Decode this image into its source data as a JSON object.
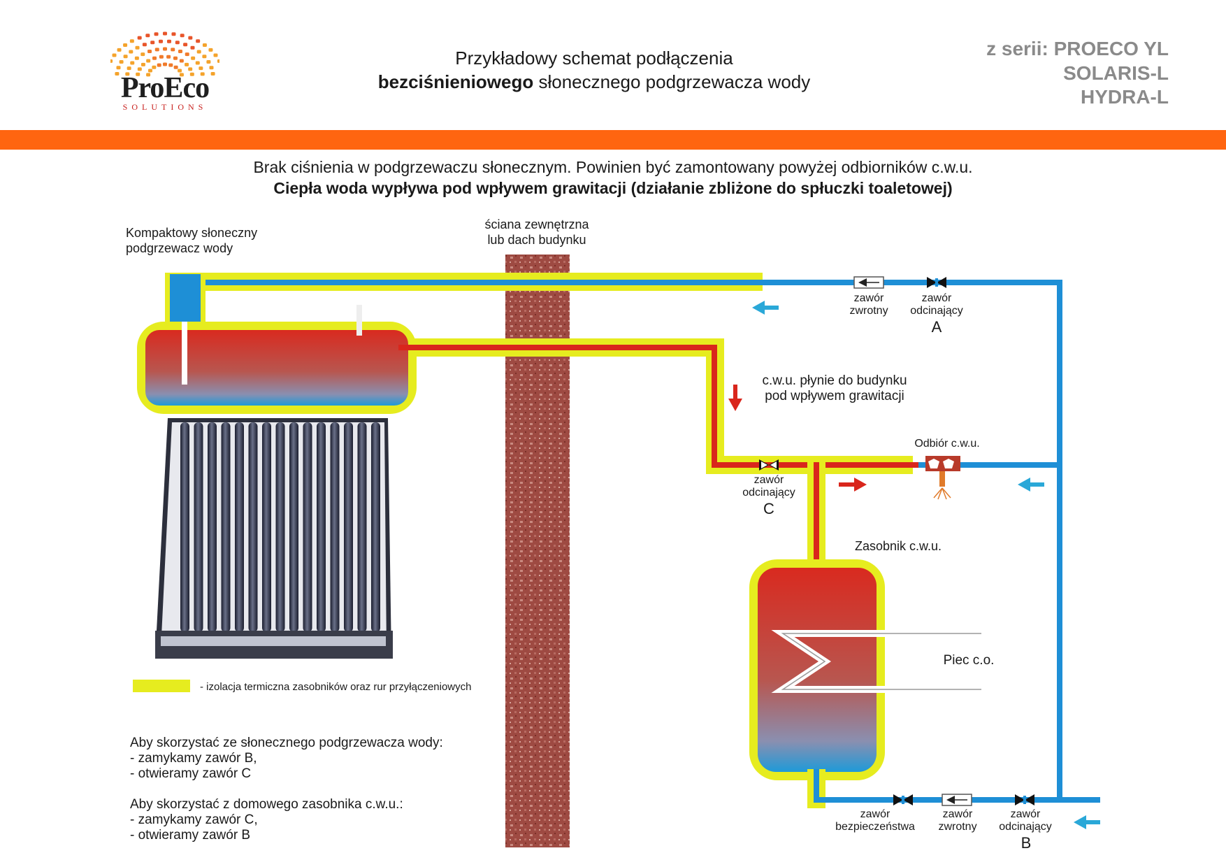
{
  "header": {
    "logo_text": "ProEco",
    "logo_subtext": "SOLUTIONS",
    "title_line1": "Przykładowy schemat podłączenia",
    "title_line2_bold": "bezciśnieniowego",
    "title_line2_rest": " słonecznego podgrzewacza wody",
    "series": [
      "z serii: PROECO YL",
      "SOLARIS-L",
      "HYDRA-L"
    ]
  },
  "intro": {
    "line1": "Brak ciśnienia w podgrzewaczu słonecznym. Powinien być zamontowany powyżej odbiorników c.w.u.",
    "line2": "Ciepła woda wypływa pod wpływem grawitacji (działanie zbliżone do spłuczki toaletowej)"
  },
  "labels": {
    "heater": [
      "Kompaktowy słoneczny",
      "podgrzewacz wody"
    ],
    "wall": [
      "ściana zewnętrzna",
      "lub dach budynku"
    ],
    "check_valve_top": [
      "zawór",
      "zwrotny"
    ],
    "shutoff_a": [
      "zawór",
      "odcinający"
    ],
    "letter_a": "A",
    "gravity": [
      "c.w.u. płynie do budynku",
      "pod wpływem grawitacji"
    ],
    "outlet": "Odbiór c.w.u.",
    "shutoff_c": [
      "zawór",
      "odcinający"
    ],
    "letter_c": "C",
    "tank": "Zasobnik c.w.u.",
    "boiler": "Piec c.o.",
    "safety_valve": [
      "zawór",
      "bezpieczeństwa"
    ],
    "check_valve_bottom": [
      "zawór",
      "zwrotny"
    ],
    "shutoff_b": [
      "zawór",
      "odcinający"
    ],
    "letter_b": "B",
    "insulation_legend": "- izolacja termiczna zasobników oraz rur przyłączeniowych"
  },
  "instructions": {
    "solar": [
      "Aby skorzystać ze słonecznego podgrzewacza wody:",
      "- zamykamy zawór B,",
      "- otwieramy zawór C"
    ],
    "tank": [
      "Aby skorzystać z domowego zasobnika c.w.u.:",
      "- zamykamy zawór C,",
      "- otwieramy zawór B"
    ]
  },
  "colors": {
    "accent_bar": "#ff6510",
    "hot_pipe": "#d9261c",
    "cold_pipe": "#1e8fd6",
    "insulation": "#e6ec1f",
    "wall": "#9e4a42",
    "series_text": "#8a8a8a"
  }
}
